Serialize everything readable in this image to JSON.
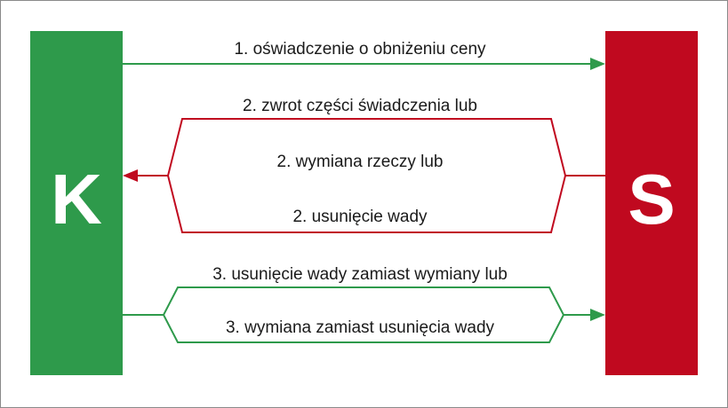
{
  "parties": {
    "left": "K",
    "right": "S"
  },
  "colors": {
    "green": "#2e9a4b",
    "red": "#c0091f"
  },
  "messages": [
    "1. oświadczenie o obniżeniu ceny",
    "2. zwrot części świadczenia lub",
    "2. wymiana rzeczy lub",
    "2. usunięcie wady",
    "3. usunięcie wady zamiast wymiany lub",
    "3. wymiana zamiast usunięcia wady"
  ]
}
